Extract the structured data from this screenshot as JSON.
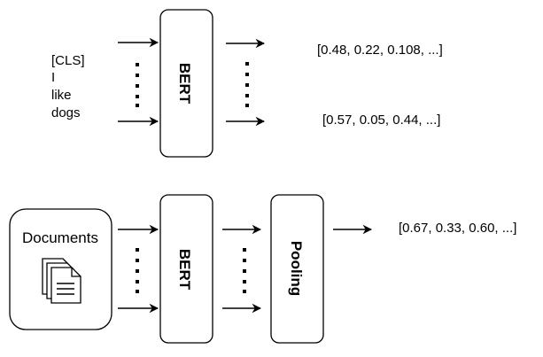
{
  "top": {
    "input_tokens": [
      "[CLS]",
      "I",
      "like",
      "dogs"
    ],
    "model_label": "BERT",
    "outputs": [
      "[0.48, 0.22, 0.108, ...]",
      "[0.57, 0.05, 0.44, ...]"
    ]
  },
  "bottom": {
    "documents_label": "Documents",
    "model_label": "BERT",
    "pooling_label": "Pooling",
    "output": "[0.67, 0.33, 0.60, ...]"
  }
}
